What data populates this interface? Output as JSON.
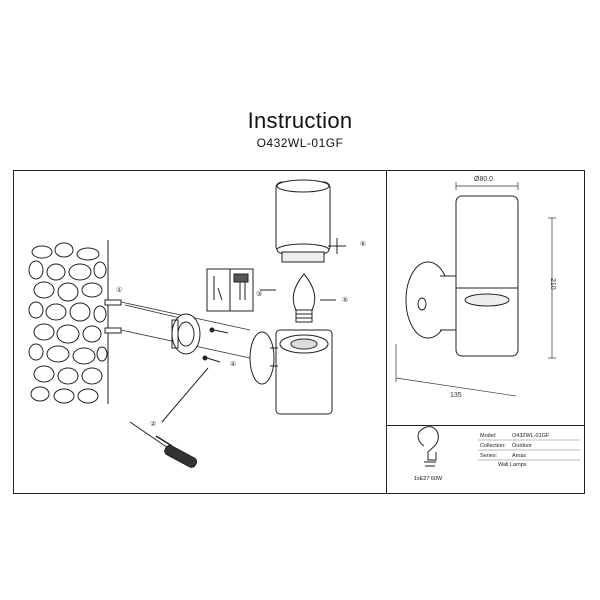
{
  "header": {
    "title": "Instruction",
    "model_code": "O432WL-01GF"
  },
  "dimensions": {
    "diameter": "Ø80.0",
    "height": "210",
    "depth": "135"
  },
  "steps": [
    "①",
    "②",
    "③",
    "④",
    "⑤",
    "⑥"
  ],
  "bulb": {
    "caption": "1xE27 60W"
  },
  "specs": {
    "model_label": "Model:",
    "model_value": "O432WL-01GF",
    "collection_label": "Collection:",
    "collection_value": "Outdoor",
    "series_label": "Series:",
    "series_value": "Amas",
    "type_value": "Wall Lamps"
  }
}
